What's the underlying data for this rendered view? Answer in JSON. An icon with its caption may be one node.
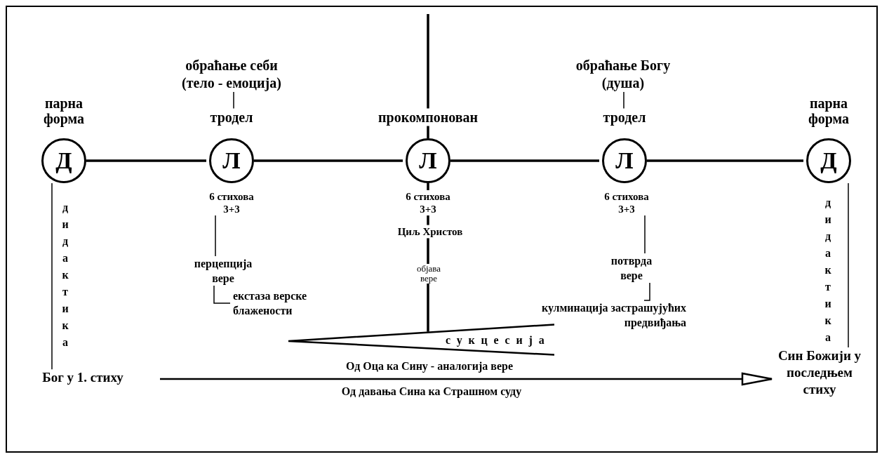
{
  "diagram": {
    "nodes": [
      {
        "text": [
          "обраћање себи (тело - емоција)"
        ]
      },
      {
        "text": [
          "обраћање Богу (душа)"
        ]
      },
      {
        "text": [
          "тродел"
        ]
      },
      {
        "text": [
          "прокомпонован"
        ]
      },
      {
        "text": [
          "тродел"
        ]
      },
      {
        "text": [
          "Д"
        ],
        "beside": [
          "парна форма"
        ]
      },
      {
        "text": [
          "Л"
        ]
      },
      {
        "text": [
          "Л"
        ]
      },
      {
        "text": [
          "Л"
        ]
      },
      {
        "text": [
          "Д"
        ],
        "beside": [
          "парна форма"
        ]
      },
      {
        "text": [
          "6 стихова 3+3"
        ]
      },
      {
        "text": [
          "6 стихова 3+3"
        ]
      },
      {
        "text": [
          "6 стихова 3+3"
        ]
      },
      {
        "text": [
          "Циљ Христов"
        ]
      },
      {
        "text": [
          "перцепција вере"
        ]
      },
      {
        "text": [
          "потврда вере"
        ]
      },
      {
        "text": [
          "објава вере"
        ]
      },
      {
        "text": [
          "екстаза верске блажености"
        ]
      },
      {
        "text": [
          "кулминација застрашујућих предвиђања"
        ]
      },
      {
        "text": [
          "сукцесија"
        ],
        "beside": [
          "Од Оца ка Сину - аналогија вере"
        ]
      },
      {
        "text": [
          "Бог у 1. стиху"
        ]
      },
      {
        "text": [
          "Син Божији у последњем стиху"
        ]
      }
    ],
    "edges": [
      {
        "from": 0,
        "to": 2,
        "arrow": "none"
      },
      {
        "from": 1,
        "to": 4,
        "arrow": "none"
      },
      {
        "from": null,
        "to": 3,
        "arrow": "none"
      },
      {
        "from": 3,
        "to": 7,
        "arrow": "none"
      },
      {
        "from": 7,
        "to": 11,
        "arrow": "none"
      },
      {
        "from": 11,
        "to": 13,
        "arrow": "none"
      },
      {
        "from": 13,
        "to": 16,
        "arrow": "none"
      },
      {
        "from": 16,
        "to": 19,
        "arrow": "none"
      },
      {
        "from": 5,
        "to": 6,
        "arrow": "none"
      },
      {
        "from": 6,
        "to": 7,
        "arrow": "none"
      },
      {
        "from": 7,
        "to": 8,
        "arrow": "none"
      },
      {
        "from": 8,
        "to": 9,
        "arrow": "none"
      },
      {
        "from": 10,
        "to": 14,
        "arrow": "none"
      },
      {
        "from": 14,
        "to": 17,
        "arrow": "none"
      },
      {
        "from": 12,
        "to": 15,
        "arrow": "none"
      },
      {
        "from": 15,
        "to": 18,
        "arrow": "none"
      },
      {
        "from": 5,
        "to": 20,
        "arrow": "none",
        "label": "дидактика"
      },
      {
        "from": 9,
        "to": 21,
        "arrow": "none",
        "label": "дидактика"
      },
      {
        "from": 20,
        "to": 21,
        "arrow": "to",
        "label": "Од давања Сина ка Страшном суду"
      }
    ]
  }
}
